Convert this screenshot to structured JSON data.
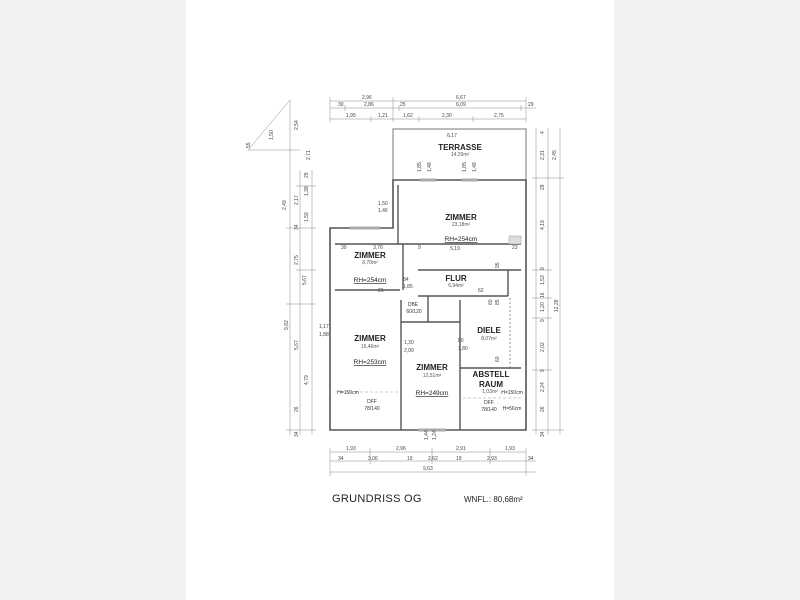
{
  "title": "GRUNDRISS OG",
  "wnfl": "WNFL.: 80,68m²",
  "rooms": {
    "terrasse": {
      "name": "TERRASSE",
      "area": "14,29m²",
      "dim": "6,17"
    },
    "zimmer_main": {
      "name": "ZIMMER",
      "area": "23,18m²",
      "rh": "RH=254cm",
      "dim": "5,19"
    },
    "zimmer_nw": {
      "name": "ZIMMER",
      "area": "8,70m²",
      "rh": "RH=254cm",
      "dim": "3,76"
    },
    "flur": {
      "name": "FLUR",
      "area": "6,94m²"
    },
    "dbe": {
      "line1": "DBE",
      "line2": "60/120"
    },
    "zimmer_sw": {
      "name": "ZIMMER",
      "area": "15,46m²",
      "rh": "RH=253cm",
      "h150": "H=150cm"
    },
    "zimmer_c": {
      "name": "ZIMMER",
      "area": "12,51m²",
      "rh": "RH=249cm"
    },
    "diele": {
      "name": "DIELE",
      "area": "8,07m²"
    },
    "abstell": {
      "name1": "ABSTELL",
      "name2": "RAUM",
      "area": "1,03m²",
      "h150": "H=150cm",
      "h56": "H=56cm"
    },
    "dff_left": {
      "line1": "DFF",
      "line2": "78/140"
    },
    "dff_right": {
      "line1": "DFF",
      "line2": "78/140"
    }
  },
  "dims": {
    "top_row1": [
      "2,96",
      "6,67"
    ],
    "top_row2": [
      "30",
      "2,86",
      "25",
      "6,09",
      "29"
    ],
    "top_row3": [
      "1,95",
      "1,21",
      "1,62",
      "2,30",
      "2,75"
    ],
    "bottom_row1": [
      "1,93",
      "2,96",
      "2,91",
      "1,93"
    ],
    "bottom_row2": [
      "34",
      "3,06",
      "19",
      "2,62",
      "19",
      "2,93",
      "34"
    ],
    "bottom_row3": [
      "9,63"
    ],
    "left_outer": [
      "2,49",
      "5,67",
      "9,82"
    ],
    "left_mid": [
      "2,17",
      "2,75",
      "4,79"
    ],
    "left_inner": [
      "29",
      "1,38",
      "1,59",
      "34",
      "26",
      "34"
    ],
    "left_diag": [
      "1,50",
      "55",
      "2,54",
      "2,71"
    ],
    "right_outer": [
      "2,45",
      "12,28"
    ],
    "right_mid": [
      "2,31",
      "4,19",
      "1,53",
      "1,20",
      "2,02",
      "2,24"
    ],
    "right_inner": [
      "4",
      "29",
      "9",
      "16",
      "9",
      "9",
      "26",
      "34"
    ],
    "interior": [
      "1,50",
      "1,46",
      "1,85",
      "1,48",
      "1,85",
      "1,48",
      "30",
      "9",
      "23",
      "84",
      "1,85",
      "95",
      "60",
      "85",
      "1,17",
      "1,88",
      "1,30",
      "2,00",
      "80",
      "1,80",
      "60",
      "1,44",
      "1,24",
      "21",
      "62"
    ]
  }
}
